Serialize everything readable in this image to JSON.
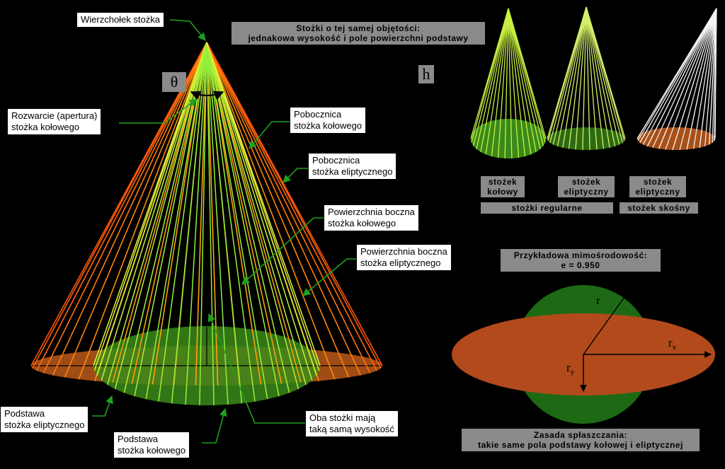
{
  "labels": {
    "apex": "Wierzchołek stożka",
    "aperture_line1": "Rozwarcie (apertura)",
    "aperture_line2": "stożka kołowego",
    "lateral_circ_line1": "Pobocznica",
    "lateral_circ_line2": "stożka kołowego",
    "lateral_ell_line1": "Pobocznica",
    "lateral_ell_line2": "stożka eliptycznego",
    "surf_circ_line1": "Powierzchnia boczna",
    "surf_circ_line2": "stożka kołowego",
    "surf_ell_line1": "Powierzchnia boczna",
    "surf_ell_line2": "stożka eliptycznego",
    "base_ell_line1": "Podstawa",
    "base_ell_line2": "stożka eliptycznego",
    "base_circ_line1": "Podstawa",
    "base_circ_line2": "stożka kołowego",
    "same_height_line1": "Oba stożki mają",
    "same_height_line2": "taką samą wysokość"
  },
  "symbols": {
    "theta": "θ",
    "h": "h",
    "r": "r",
    "rx": "r",
    "rx_sub": "x",
    "ry": "r",
    "ry_sub": "y"
  },
  "top_title": {
    "line1": "Stożki o tej samej objętości:",
    "line2": "jednakowa wysokość i pole powierzchni podstawy"
  },
  "cone_types": {
    "circular_line1": "stożek",
    "circular_line2": "kołowy",
    "elliptic_line1": "stożek",
    "elliptic_line2": "eliptyczny",
    "oblique_line1": "stożek",
    "oblique_line2": "eliptyczny",
    "regular": "stożki regularne",
    "oblique": "stożek skośny"
  },
  "eccentricity": {
    "line1": "Przykładowa mimośrodowość:",
    "line2": "e = 0.950"
  },
  "flattening": {
    "line1": "Zasada spłaszczania:",
    "line2": "takie same pola podstawy kołowej i eliptycznej"
  },
  "colors": {
    "background": "#000000",
    "circular_base": "#2e7d16",
    "elliptic_base": "#b5561c",
    "circular_lines": "#c8f040",
    "elliptic_lines": "#ff6a00",
    "pointer": "#1fa01f",
    "box_gray": "#8a8a8a"
  }
}
